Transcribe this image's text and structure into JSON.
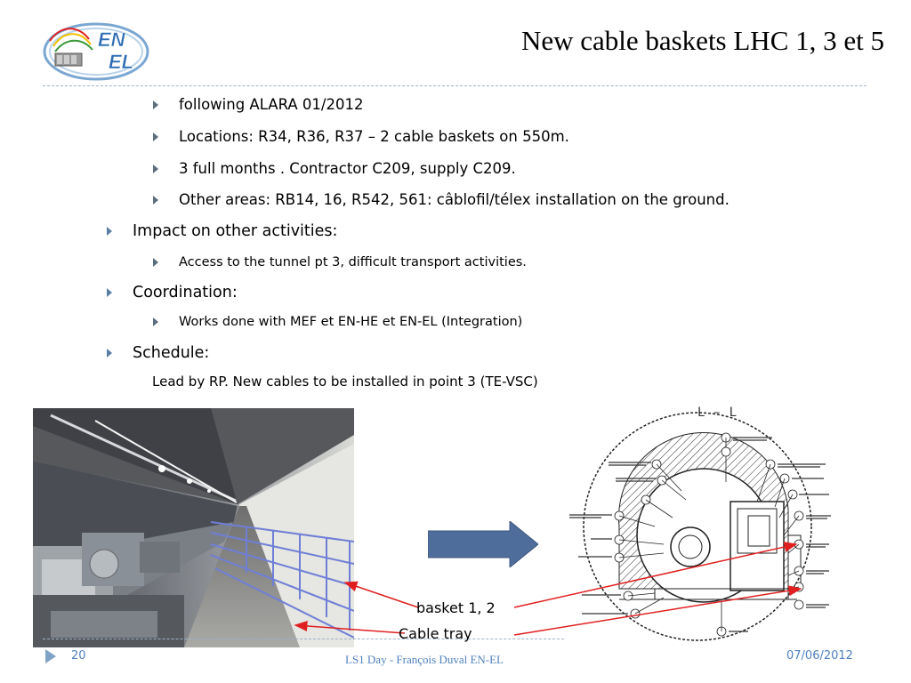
{
  "logo": {
    "text_top": "EN",
    "text_bottom": "EL",
    "icon": "en-el-logo"
  },
  "title": "New cable baskets LHC 1, 3 et 5",
  "bullets": [
    {
      "level": 2,
      "text": "following  ALARA 01/2012"
    },
    {
      "level": 2,
      "text": "Locations: R34, R36, R37 – 2 cable baskets on 550m."
    },
    {
      "level": 2,
      "text": "3 full months . Contractor C209, supply C209."
    },
    {
      "level": 2,
      "text": "Other areas: RB14, 16, R542, 561: câblofil/télex installation on the ground."
    },
    {
      "level": 1,
      "text": "Impact on other activities:"
    },
    {
      "level": 2,
      "text": "Access to the tunnel pt 3, difficult transport activities."
    },
    {
      "level": 1,
      "text": "Coordination:"
    },
    {
      "level": 2,
      "text": "Works done with MEF et EN-HE et EN-EL (Integration)"
    },
    {
      "level": 1,
      "text": "Schedule:"
    },
    {
      "level": 0,
      "text": "Lead by RP.  New cables to be installed in point 3 (TE-VSC)"
    }
  ],
  "figure": {
    "section_label": "L – L",
    "basket_label": "basket 1, 2",
    "tray_label": "Cable tray",
    "arrow_color": "#4f6d9a",
    "pointer_color": "#e02020",
    "overlay_color": "#6f7fd6"
  },
  "footer": {
    "page_number": "20",
    "center": "LS1 Day  -  François Duval EN-EL",
    "date": "07/06/2012"
  },
  "colors": {
    "accent": "#4f81bd",
    "bullet": "#5a7ea3"
  }
}
